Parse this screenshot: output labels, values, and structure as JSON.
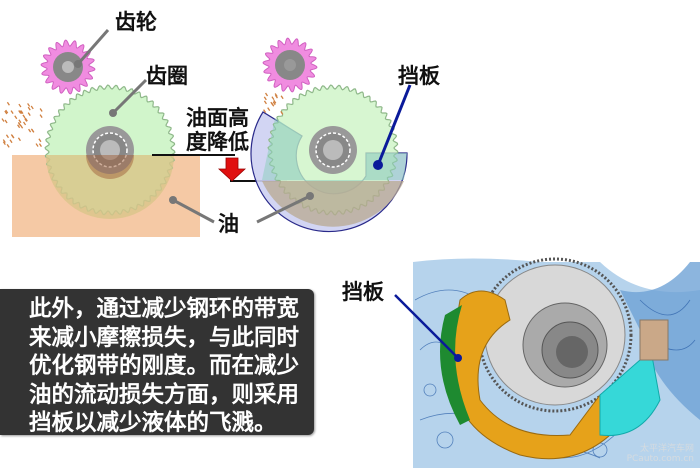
{
  "labels": {
    "gear": "齿轮",
    "ring_gear": "齿圈",
    "oil_level_1": "油面高",
    "oil_level_2": "度降低",
    "oil": "油",
    "baffle_top": "挡板",
    "baffle_photo": "挡板"
  },
  "caption": {
    "lines": [
      "此外，通过减少钢环的带宽",
      "来减小摩擦损失，与此同时",
      "优化钢带的刚度。而在减少",
      "油的流动损失方面，则采用",
      "挡板以减少液体的飞溅。"
    ]
  },
  "watermark": {
    "line1": "太平洋汽车网",
    "line2": "PCauto.com.cn"
  },
  "colors": {
    "pinion": "#f08ce0",
    "ring": "#c8f5c0",
    "oil": "#f5c8a0",
    "baffle": "#c8c8f0",
    "arrow": "#e01010",
    "pointer_blue": "#0a1a9a"
  }
}
